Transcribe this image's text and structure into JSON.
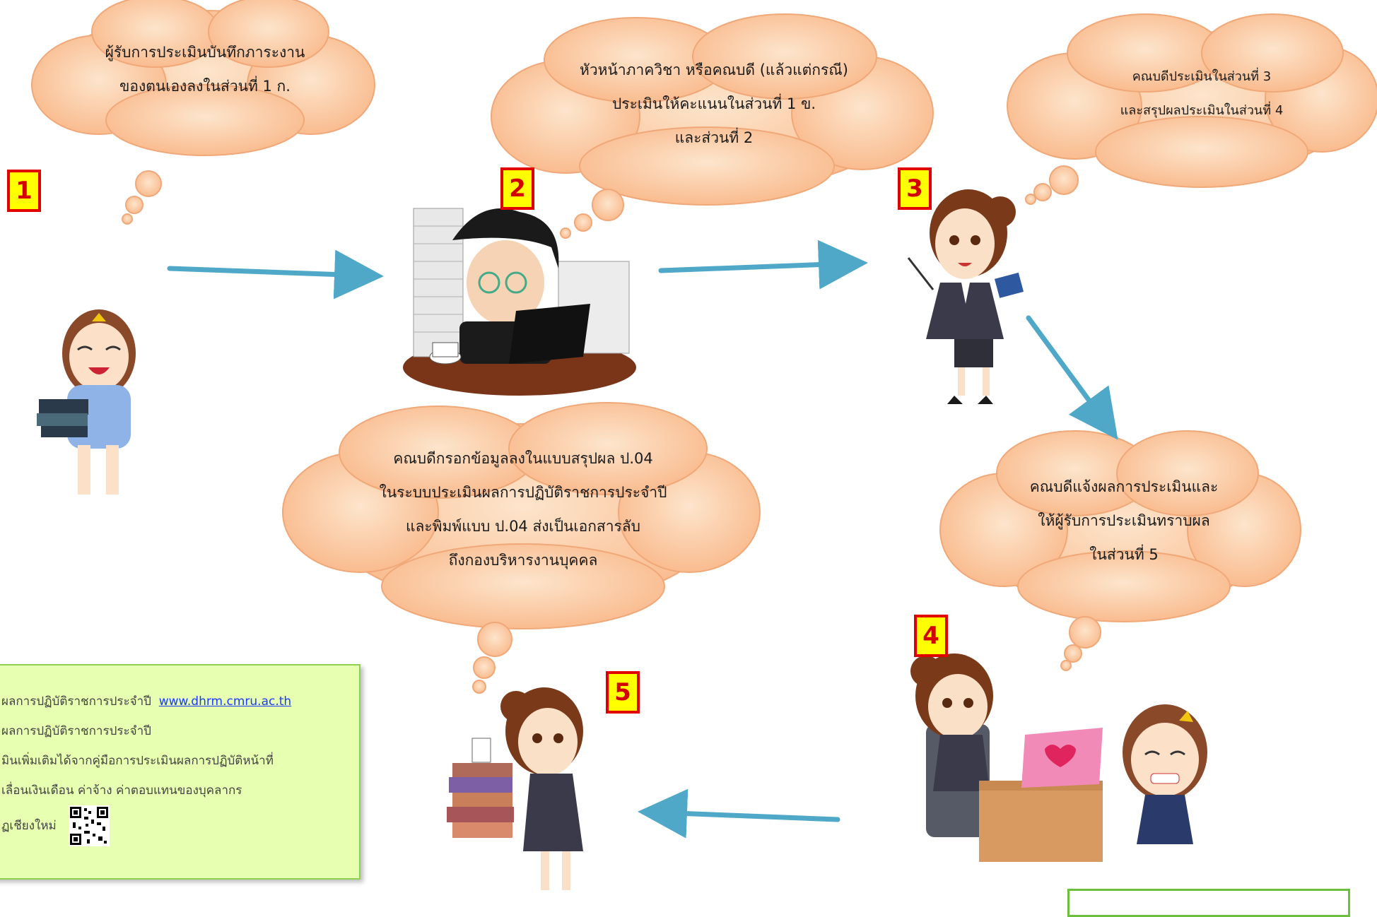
{
  "steps": [
    {
      "number": "1",
      "text_lines": [
        "ผู้รับการประเมินบันทึกภาระงาน",
        "ของตนเองลงในส่วนที่ 1 ก."
      ]
    },
    {
      "number": "2",
      "text_lines": [
        "หัวหน้าภาควิชา หรือคณบดี (แล้วแต่กรณี)",
        "ประเมินให้คะแนนในส่วนที่ 1 ข.",
        "และส่วนที่ 2"
      ]
    },
    {
      "number": "3",
      "text_lines": [
        "คณบดีประเมินในส่วนที่ 3",
        "และสรุปผลประเมินในส่วนที่ 4"
      ]
    },
    {
      "number": "4",
      "text_lines": [
        "คณบดีแจ้งผลการประเมินและ",
        "ให้ผู้รับการประเมินทราบผล",
        "ในส่วนที่ 5"
      ]
    },
    {
      "number": "5",
      "text_lines": [
        "คณบดีกรอกข้อมูลลงในแบบสรุปผล ป.04",
        "ในระบบประเมินผลการปฏิบัติราชการประจำปี",
        "และพิมพ์แบบ ป.04 ส่งเป็นเอกสารลับ",
        "ถึงกองบริหารงานบุคคล"
      ]
    }
  ],
  "note": {
    "line1_text": "ผลการปฏิบัติราชการประจำปี",
    "line1_link": "www.dhrm.cmru.ac.th",
    "line2": "ผลการปฏิบัติราชการประจำปี",
    "line3": "มินเพิ่มเติมได้จากคู่มือการประเมินผลการปฏิบัติหน้าที่",
    "line4": "เลื่อนเงินเดือน  ค่าจ้าง  ค่าตอบแทนของบุคลากร",
    "line5": "ฏเชียงใหม่"
  },
  "colors": {
    "cloud_fill": "#fbc89a",
    "cloud_stroke": "#f0a878",
    "arrow": "#4fa8c8",
    "badge_fill": "#ffff00",
    "badge_border": "#e00000",
    "note_fill": "#e6ffb0"
  },
  "icons": [
    "cloud-bubble",
    "person-carrying-books",
    "man-at-laptop",
    "woman-presenting",
    "woman-at-laptop",
    "girl-smiling",
    "woman-carrying-books",
    "qr-code"
  ]
}
